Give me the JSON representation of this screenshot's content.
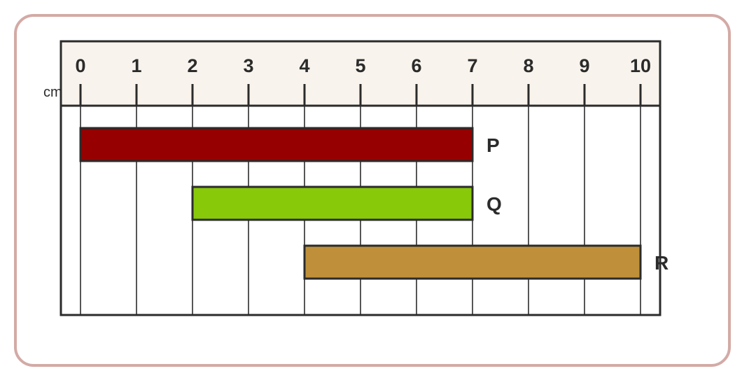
{
  "ruler": {
    "unit": "cm",
    "ticks": [
      "0",
      "1",
      "2",
      "3",
      "4",
      "5",
      "6",
      "7",
      "8",
      "9",
      "10"
    ],
    "background": "#f8f3ec"
  },
  "bars": [
    {
      "label": "P",
      "start": 0,
      "end": 7,
      "color": "#960000"
    },
    {
      "label": "Q",
      "start": 2,
      "end": 7,
      "color": "#88c90a"
    },
    {
      "label": "R",
      "start": 4,
      "end": 10,
      "color": "#bf9039"
    }
  ],
  "frame": {
    "border_color": "#d3aaa6"
  }
}
